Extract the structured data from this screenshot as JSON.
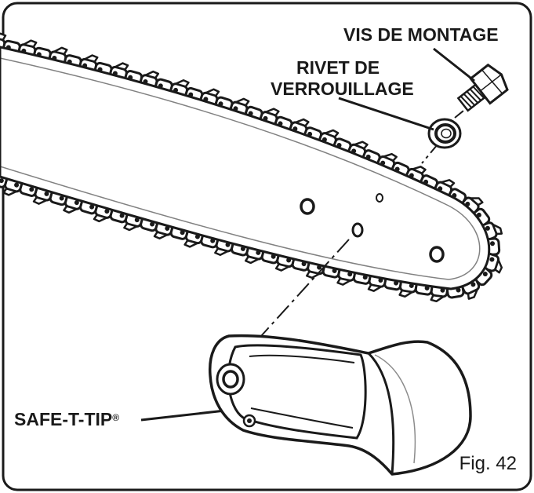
{
  "labels": {
    "mounting_screw": "VIS DE MONTAGE",
    "locking_rivet_line1": "RIVET DE",
    "locking_rivet_line2": "VERROUILLAGE",
    "safe_t_tip": "SAFE-T-TIP",
    "registered_mark": "®",
    "figure_number": "Fig. 42"
  },
  "colors": {
    "ink": "#1a1a1a",
    "paper": "#ffffff"
  }
}
